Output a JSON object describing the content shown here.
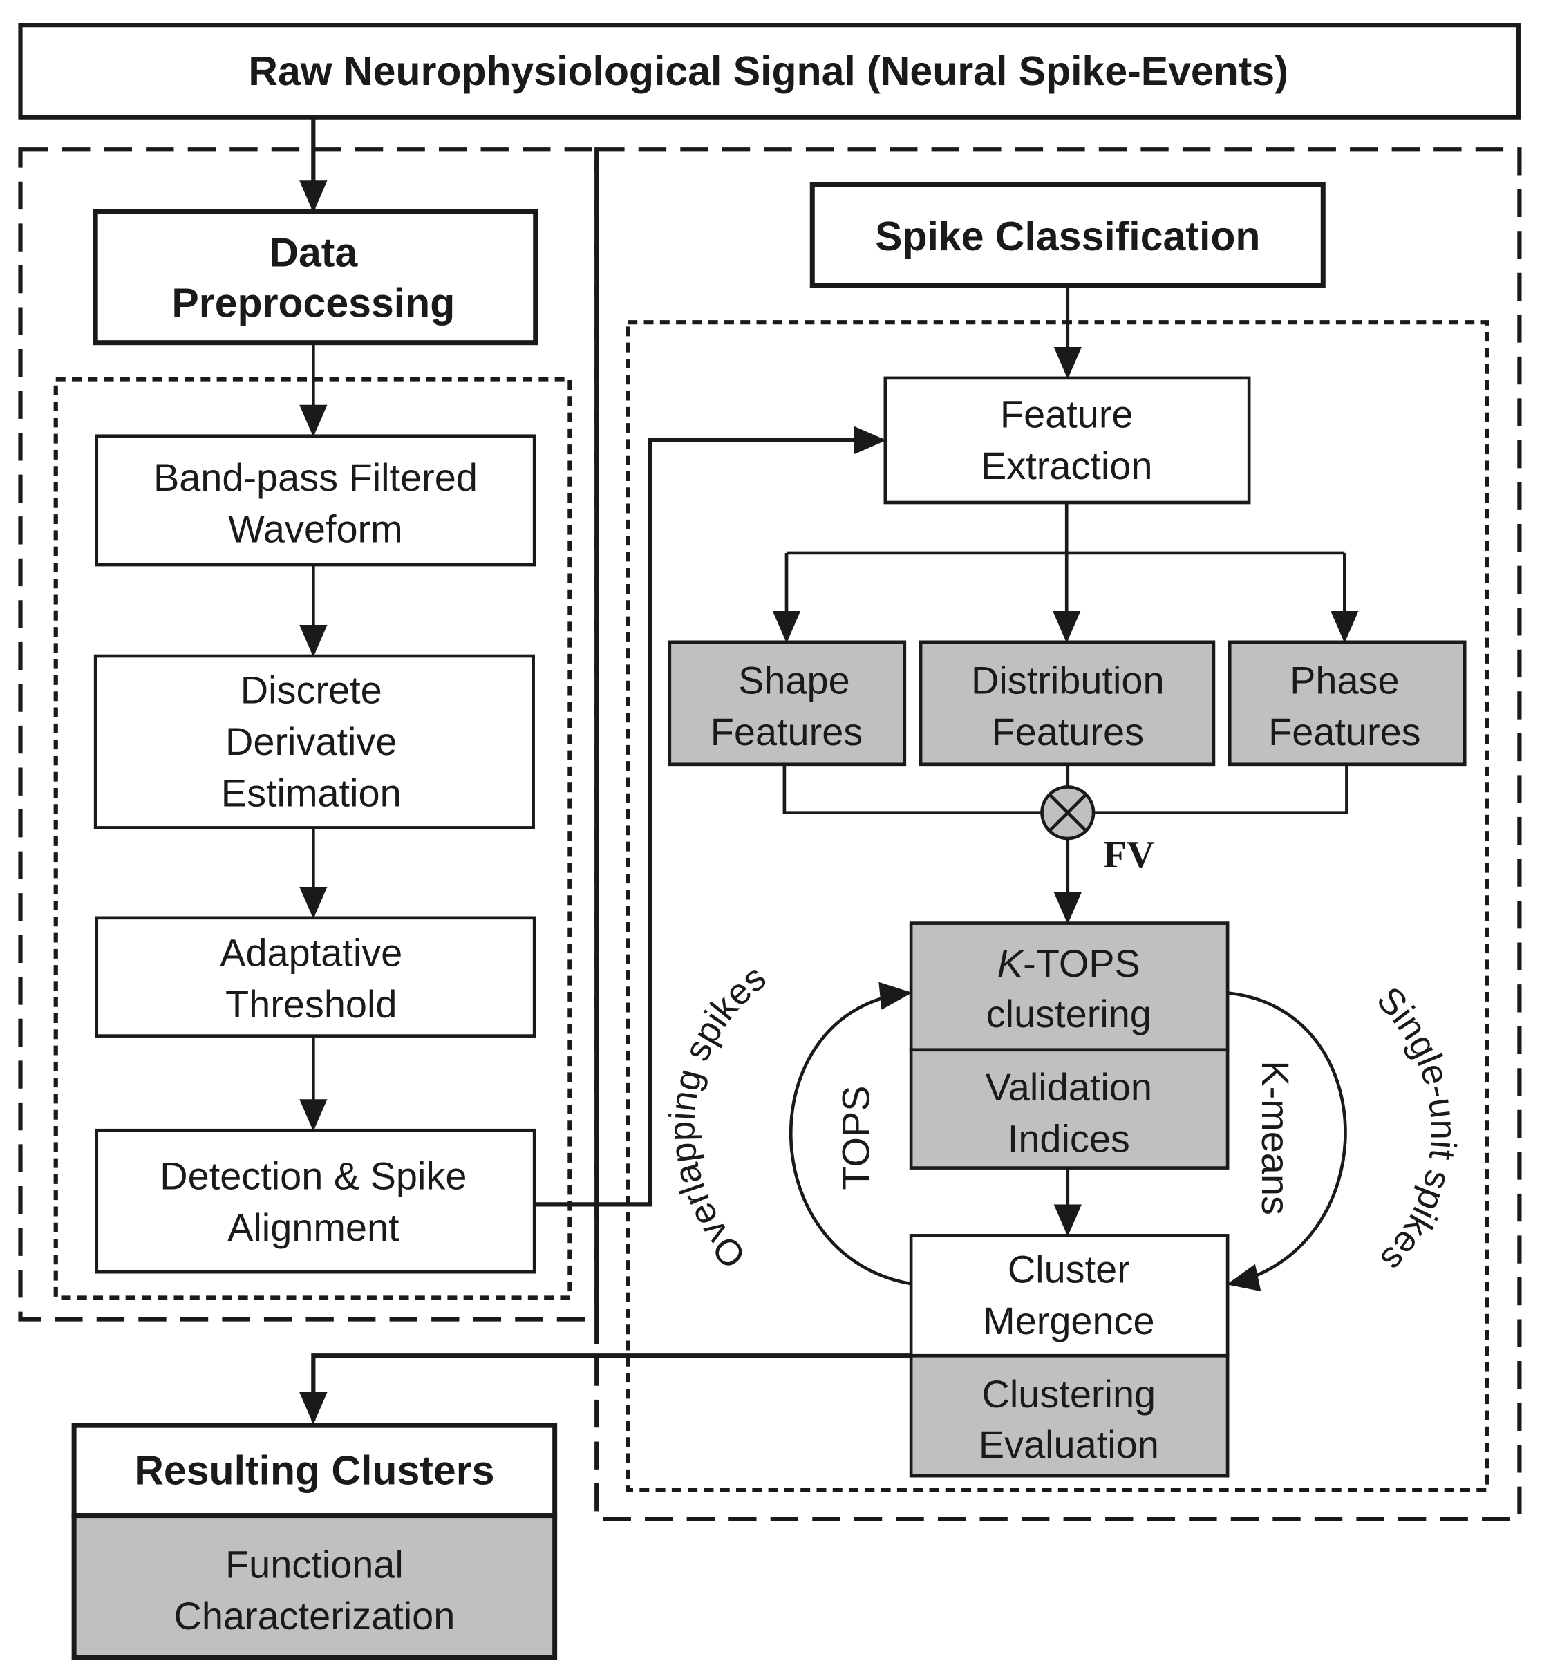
{
  "title": "Raw Neurophysiological Signal (Neural Spike-Events)",
  "preprocessing": {
    "header": [
      "Data",
      "Preprocessing"
    ],
    "steps": [
      [
        "Band-pass Filtered",
        "Waveform"
      ],
      [
        "Discrete",
        "Derivative",
        "Estimation"
      ],
      [
        "Adaptative",
        "Threshold"
      ],
      [
        "Detection & Spike",
        "Alignment"
      ]
    ]
  },
  "classification": {
    "header": "Spike Classification",
    "feature_extraction": [
      "Feature",
      "Extraction"
    ],
    "features": [
      [
        "Shape",
        "Features"
      ],
      [
        "Distribution",
        "Features"
      ],
      [
        "Phase",
        "Features"
      ]
    ],
    "combine_label": "FV",
    "ktops": {
      "italic": "K",
      "rest": "-TOPS",
      "line2": "clustering"
    },
    "validation": [
      "Validation",
      "Indices"
    ],
    "merge": [
      "Cluster",
      "Mergence"
    ],
    "evaluation": [
      "Clustering",
      "Evaluation"
    ],
    "loop_left_outer": "Overlapping spikes",
    "loop_left_inner": "TOPS",
    "loop_right_outer": "Single-unit spikes",
    "loop_right_inner": "K-means"
  },
  "results": {
    "header": "Resulting Clusters",
    "footer": [
      "Functional",
      "Characterization"
    ]
  },
  "colors": {
    "stroke": "#1a1a1a",
    "shaded": "#c0c0c0",
    "background": "#ffffff"
  }
}
